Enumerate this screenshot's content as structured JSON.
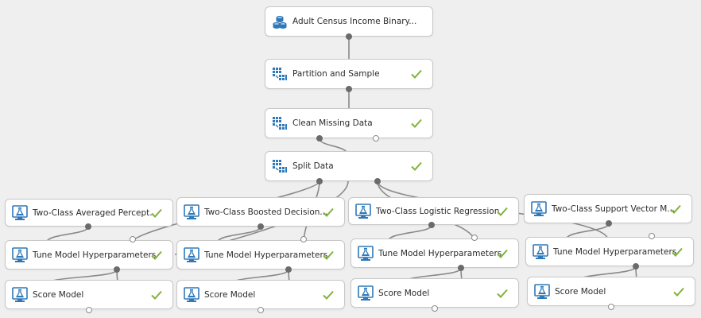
{
  "experiment": {
    "modules": {
      "dataset": {
        "label": "Adult Census Income Binary...",
        "icon": "dataset-icon",
        "status": ""
      },
      "partition": {
        "label": "Partition and Sample",
        "icon": "data-transform-icon",
        "status": "completed"
      },
      "clean": {
        "label": "Clean Missing Data",
        "icon": "data-transform-icon",
        "status": "completed"
      },
      "split": {
        "label": "Split Data",
        "icon": "data-transform-icon",
        "status": "completed"
      },
      "model1": {
        "label": "Two-Class Averaged Percept...",
        "icon": "ml-flask-icon",
        "status": "completed"
      },
      "model2": {
        "label": "Two-Class Boosted Decision...",
        "icon": "ml-flask-icon",
        "status": "completed"
      },
      "model3": {
        "label": "Two-Class Logistic Regression",
        "icon": "ml-flask-icon",
        "status": "completed"
      },
      "model4": {
        "label": "Two-Class Support Vector M...",
        "icon": "ml-flask-icon",
        "status": "completed"
      },
      "tune1": {
        "label": "Tune Model Hyperparameters",
        "icon": "ml-flask-icon",
        "status": "completed"
      },
      "tune2": {
        "label": "Tune Model Hyperparameters",
        "icon": "ml-flask-icon",
        "status": "completed"
      },
      "tune3": {
        "label": "Tune Model Hyperparameters",
        "icon": "ml-flask-icon",
        "status": "completed"
      },
      "tune4": {
        "label": "Tune Model Hyperparameters",
        "icon": "ml-flask-icon",
        "status": "completed"
      },
      "score1": {
        "label": "Score Model",
        "icon": "ml-flask-icon",
        "status": "completed"
      },
      "score2": {
        "label": "Score Model",
        "icon": "ml-flask-icon",
        "status": "completed"
      },
      "score3": {
        "label": "Score Model",
        "icon": "ml-flask-icon",
        "status": "completed"
      },
      "score4": {
        "label": "Score Model",
        "icon": "ml-flask-icon",
        "status": "completed"
      }
    }
  },
  "colors": {
    "canvas": "#efefef",
    "node_bg": "#ffffff",
    "node_border": "#c8c8c8",
    "wire": "#8a8a8a",
    "check": "#7fb33d",
    "icon_blue": "#2f78b9"
  }
}
